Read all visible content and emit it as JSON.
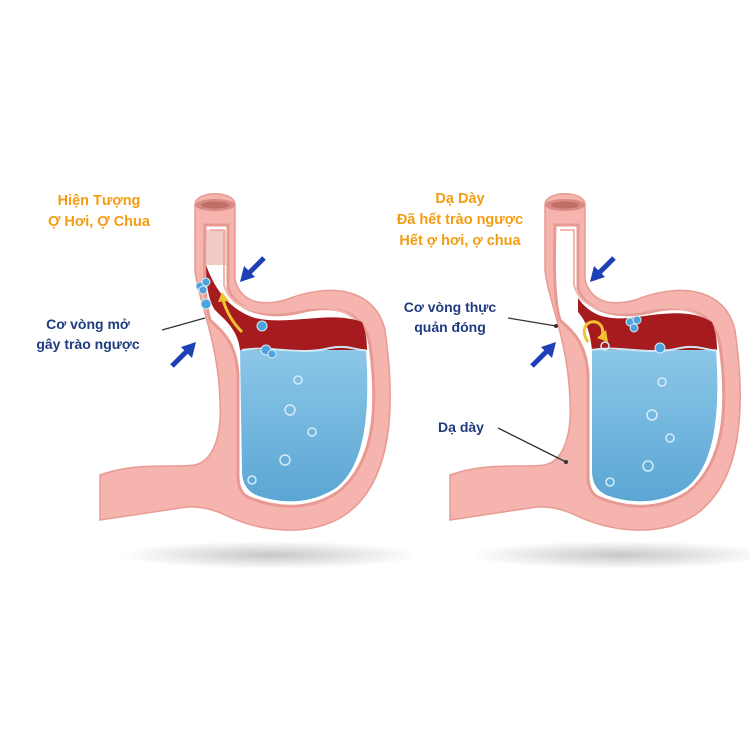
{
  "colors": {
    "title": "#f39c12",
    "label": "#1f3b80",
    "stomach_wall": "#f5b4ae",
    "acid": "#a61b1d",
    "fluid": "#6eb7dd",
    "arrow": "#1e3fb5"
  },
  "left_panel": {
    "title_lines": [
      "Hiện Tượng",
      "Ợ Hơi, Ợ Chua"
    ],
    "label_lines": [
      "Cơ vòng mở",
      "gây trào ngược"
    ]
  },
  "right_panel": {
    "title_lines": [
      "Dạ Dày",
      "Đã hết trào ngược",
      "Hết ợ hơi, ợ chua"
    ],
    "sphincter_label_lines": [
      "Cơ vòng thực",
      "quản đóng"
    ],
    "stomach_label": "Dạ dày"
  }
}
